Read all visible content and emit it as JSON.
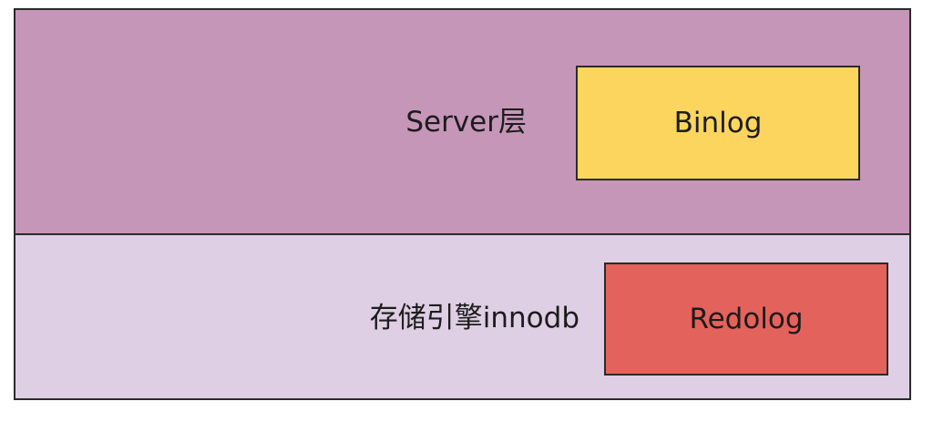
{
  "colors": {
    "server_layer_bg": "#c596b8",
    "engine_layer_bg": "#dfcfe4",
    "binlog_bg": "#fcd55e",
    "redolog_bg": "#e4625c"
  },
  "server_layer": {
    "label": "Server层",
    "box_label": "Binlog"
  },
  "engine_layer": {
    "label": "存储引擎innodb",
    "box_label": "Redolog"
  }
}
